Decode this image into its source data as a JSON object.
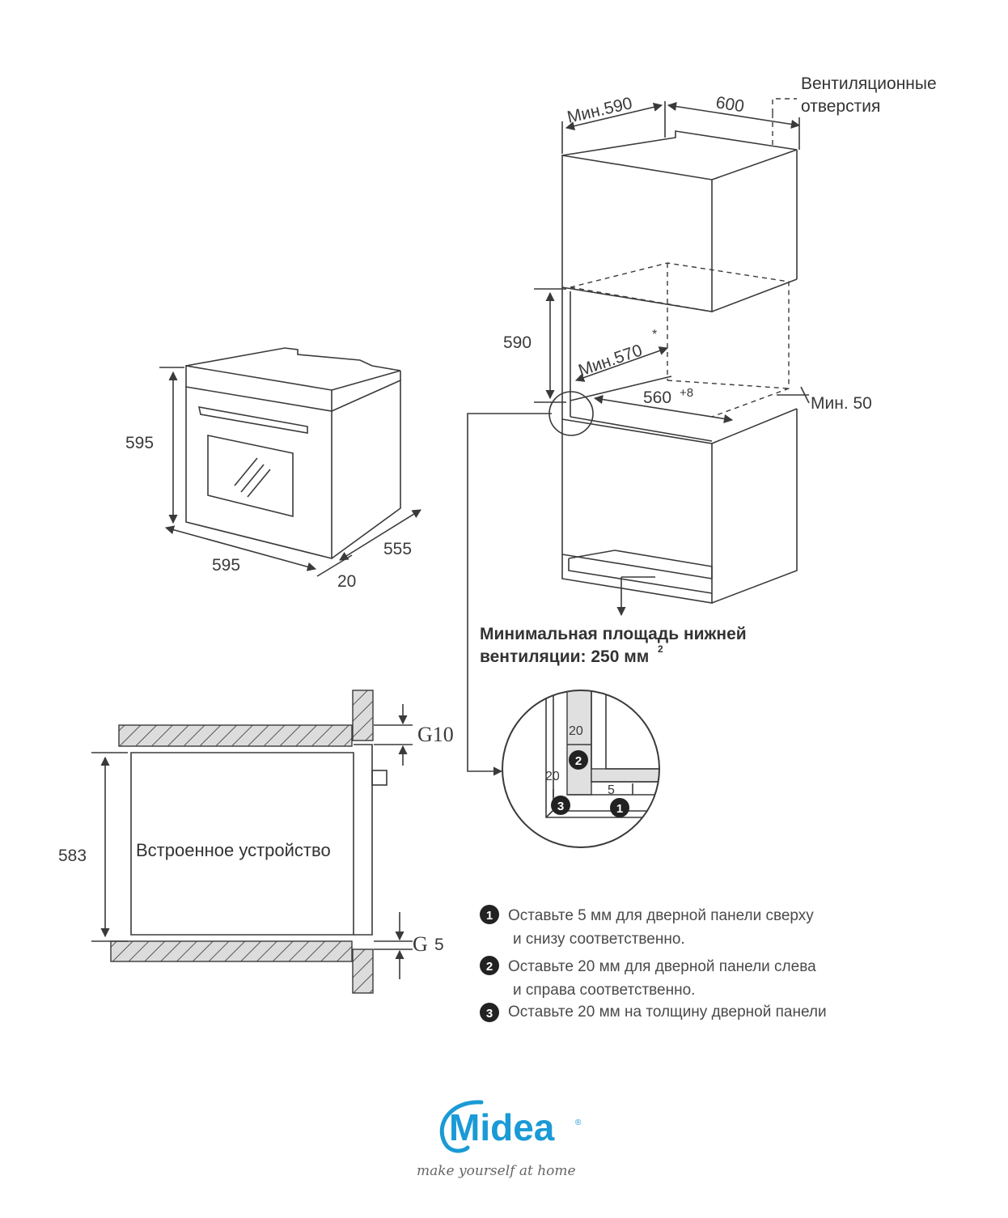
{
  "brand": {
    "name": "Midea",
    "tagline": "make yourself at home",
    "color": "#1a9ad6"
  },
  "cabinet": {
    "vent_label_line1": "Вентиляционные",
    "vent_label_line2": "отверстия",
    "dim_min590": "Мин.590",
    "dim_600": "600",
    "dim_590": "590",
    "dim_min570": "Мин.570",
    "dim_min570_note": "*",
    "dim_560": "560",
    "dim_560_tol": "+8",
    "dim_min50": "Мин. 50",
    "bottom_vent_line1": "Минимальная площадь нижней",
    "bottom_vent_line2": "вентиляции: 250 мм",
    "bottom_vent_sup": "2"
  },
  "oven": {
    "height": "595",
    "width": "595",
    "depth": "555",
    "door": "20"
  },
  "section": {
    "label": "Встроенное устройство",
    "height": "583",
    "gap_top": "G10",
    "gap_bottom_letter": "G",
    "gap_bottom_value": "5"
  },
  "detail": {
    "top_20": "20",
    "left_20": "20",
    "gap_5": "5",
    "marker1": "1",
    "marker2": "2",
    "marker3": "3"
  },
  "notes": [
    {
      "marker": "1",
      "line1": "Оставьте 5 мм для дверной панели сверху",
      "line2": "и снизу соответственно."
    },
    {
      "marker": "2",
      "line1": "Оставьте 20 мм для дверной панели слева",
      "line2": "и справа соответственно."
    },
    {
      "marker": "3",
      "line1": "Оставьте 20 мм на толщину дверной панели",
      "line2": ""
    }
  ]
}
